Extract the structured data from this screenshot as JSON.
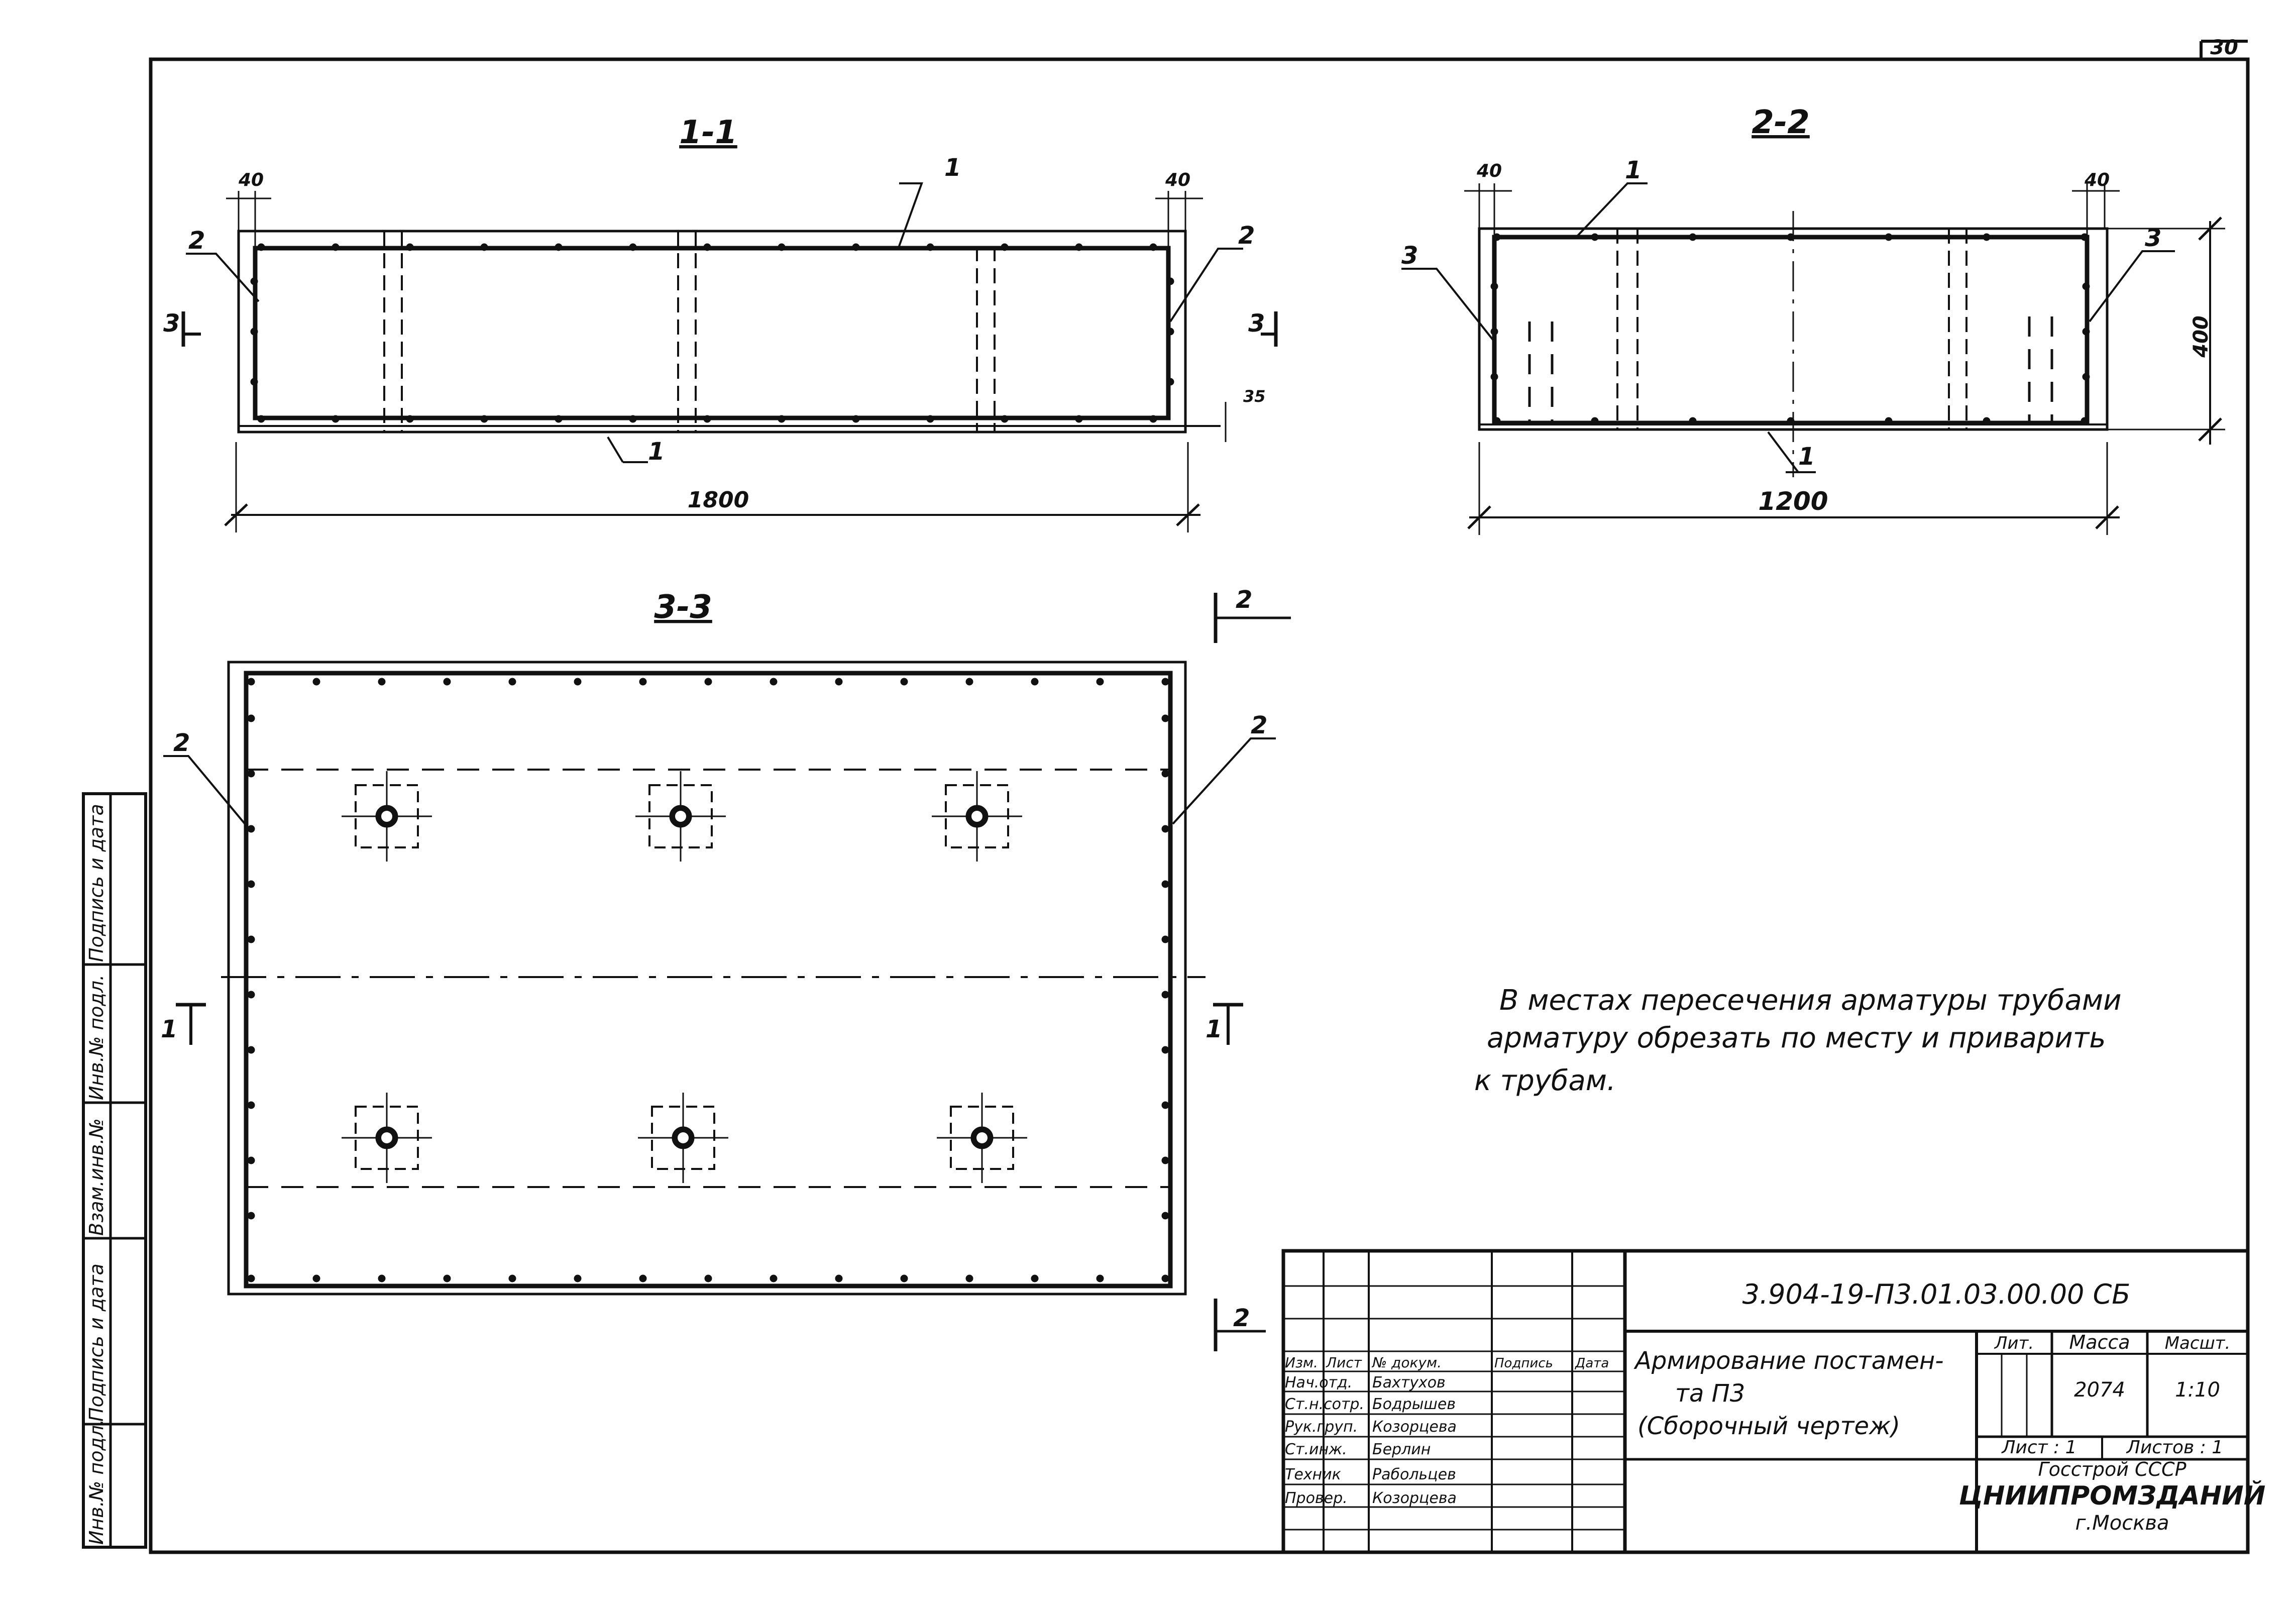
{
  "sheet_number": "30",
  "sections": {
    "s11": {
      "title": "1-1",
      "dim_left": "40",
      "dim_right": "40",
      "dim_height": "35",
      "dim_width": "1800",
      "label_1_top": "1",
      "label_1_bottom": "1",
      "label_2_left": "2",
      "label_2_right": "2",
      "cut_left": "3",
      "cut_right": "3"
    },
    "s22": {
      "title": "2-2",
      "dim_left": "40",
      "dim_right": "40",
      "dim_height": "400",
      "dim_width": "1200",
      "label_1_top": "1",
      "label_1_bottom": "1",
      "label_3_left": "3",
      "label_3_right": "3"
    },
    "s33": {
      "title": "3-3",
      "label_2_left": "2",
      "label_2_right": "2",
      "cut_top": "2",
      "cut_bottom": "2",
      "cut_left": "1",
      "cut_right": "1"
    }
  },
  "note": {
    "line1": "В местах пересечения арматуры трубами",
    "line2": "арматуру обрезать по месту и приварить",
    "line3": "к трубам."
  },
  "side_stamp": [
    "Инв.№ подл.",
    "Подпись и дата",
    "Взам.инв.№",
    "Инв.№ подл.",
    "Подпись и дата"
  ],
  "title_block": {
    "code": "3.904-19-П3.01.03.00.00 СБ",
    "name_line1": "Армирование постамен-",
    "name_line2": "та П3",
    "name_line3": "(Сборочный чертеж)",
    "col_headers": [
      "Изм.",
      "Лист",
      "№ докум.",
      "Подпись",
      "Дата"
    ],
    "roles": [
      {
        "role": "Нач.отд.",
        "name": "Бахтухов"
      },
      {
        "role": "Ст.н.сотр.",
        "name": "Бодрышев"
      },
      {
        "role": "Рук.груп.",
        "name": "Козорцева"
      },
      {
        "role": "Ст.инж.",
        "name": "Берлин"
      },
      {
        "role": "Техник",
        "name": "Рабольцев"
      },
      {
        "role": "Провер.",
        "name": "Козорцева"
      }
    ],
    "lit_label": "Лит.",
    "mass_label": "Масса",
    "scale_label": "Масшт.",
    "mass_value": "2074",
    "scale_value": "1:10",
    "sheet_label": "Лист : 1",
    "sheets_label": "Листов : 1",
    "org_line1": "Госстрой СССР",
    "org_line2": "ЦНИИПРОМЗДАНИЙ",
    "org_line3": "г.Москва"
  },
  "colors": {
    "ink": "#111111",
    "paper": "#ffffff"
  }
}
